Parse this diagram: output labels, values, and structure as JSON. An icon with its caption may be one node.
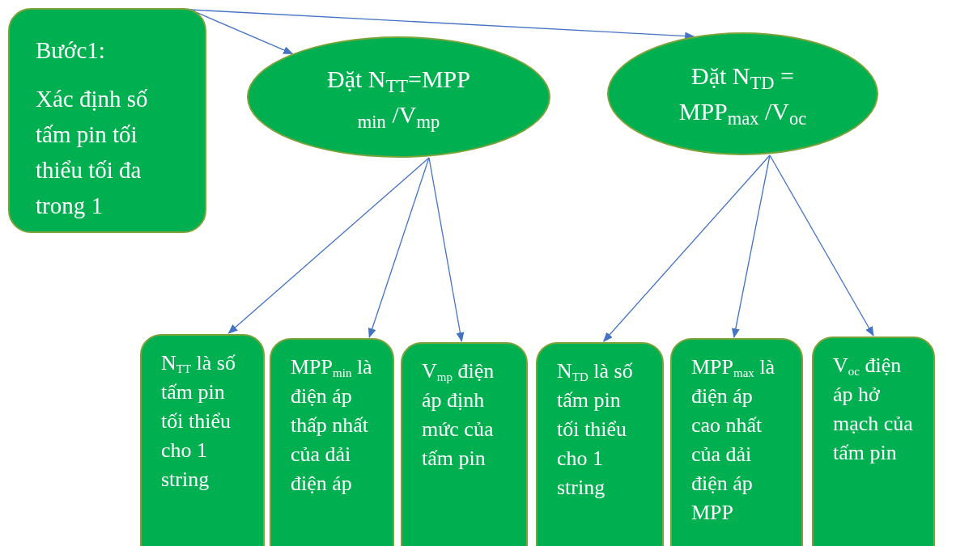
{
  "diagram": {
    "nodes": [
      {
        "text": [
          "Bước1:",
          "Xác định số tấm pin tối thiểu tối đa trong 1"
        ]
      },
      {
        "text": [
          "Đặt N$_{TT}$=MPP $_{min}$ /V$_{mp}$"
        ]
      },
      {
        "text": [
          "Đặt N$_{TD}$ = MPP$_{max}$ /V$_{oc}$"
        ]
      },
      {
        "text": [
          "N$_{TT}$ là số tấm pin tối thiểu cho 1 string"
        ]
      },
      {
        "text": [
          "MPP$_{min}$ là điện áp thấp nhất của dải điện áp"
        ]
      },
      {
        "text": [
          "V$_{mp}$ điện áp định mức của tấm pin"
        ]
      },
      {
        "text": [
          "N$_{TD}$ là số tấm pin tối thiểu cho 1 string"
        ]
      },
      {
        "text": [
          "MPP$_{max}$ là điện áp cao nhất của dải điện áp MPP"
        ]
      },
      {
        "text": [
          "V$_{oc}$ điện áp hở mạch của tấm pin"
        ]
      }
    ],
    "edges": [
      {
        "from": 0,
        "to": 1,
        "arrow": "to"
      },
      {
        "from": 0,
        "to": 2,
        "arrow": "to"
      },
      {
        "from": 1,
        "to": 3,
        "arrow": "to"
      },
      {
        "from": 1,
        "to": 4,
        "arrow": "to"
      },
      {
        "from": 1,
        "to": 5,
        "arrow": "to"
      },
      {
        "from": 2,
        "to": 6,
        "arrow": "to"
      },
      {
        "from": 2,
        "to": 7,
        "arrow": "to"
      },
      {
        "from": 2,
        "to": 8,
        "arrow": "to"
      }
    ]
  }
}
